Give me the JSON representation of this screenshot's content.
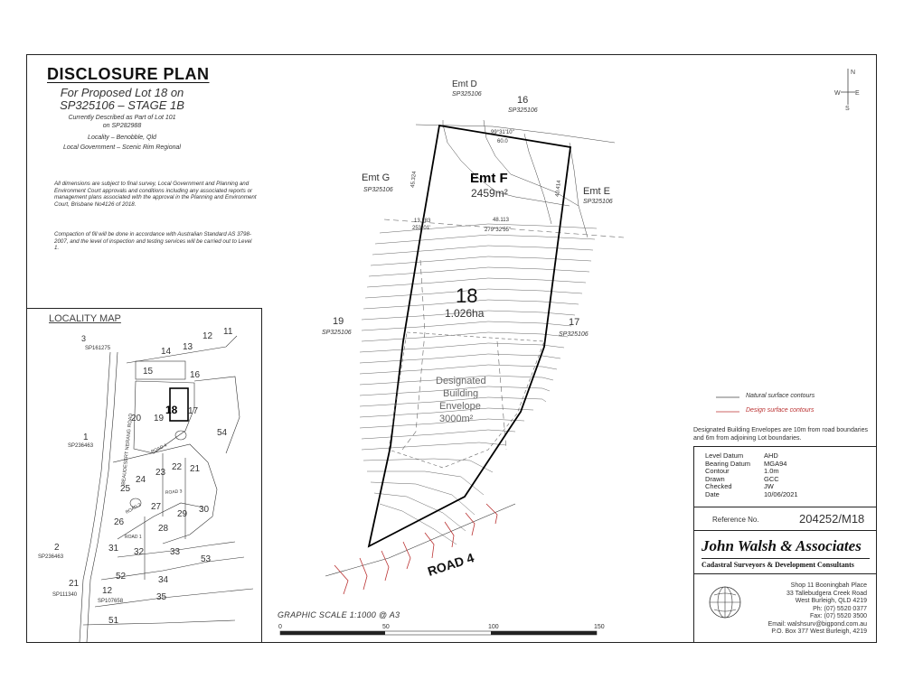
{
  "header": {
    "title": "DISCLOSURE PLAN",
    "subtitle_1": "For Proposed Lot 18 on",
    "subtitle_2": "SP325106 – STAGE 1B",
    "described_1": "Currently Described as Part of Lot 101",
    "described_2": "on SP282988",
    "locality": "Locality – Benobble, Qld",
    "local_government": "Local Government – Scenic Rim Regional"
  },
  "notes": {
    "note_1": "All dimensions are subject to final survey, Local Government and Planning and Environment Court approvals and conditions including any associated reports or management plans associated with the approval in the Planning and Environment Court, Brisbane No4126 of 2018.",
    "note_2": "Compaction of fill will be done in accordance with Australian Standard AS 3798-2007, and the level of inspection and testing services will be carried out to Level 1."
  },
  "locality_map": {
    "title": "LOCALITY MAP",
    "road_label": "BEAUDESERT NERANG ROAD",
    "highlight_lot": "18",
    "lots": [
      "3",
      "14",
      "13",
      "12",
      "11",
      "15",
      "16",
      "20",
      "19",
      "17",
      "54",
      "24",
      "23",
      "22",
      "21",
      "25",
      "27",
      "26",
      "29",
      "30",
      "28",
      "31",
      "32",
      "33",
      "53",
      "34",
      "52",
      "35",
      "12",
      "51",
      "21",
      "1",
      "2"
    ],
    "plans": [
      "SP161275",
      "SP236463",
      "SP236463",
      "SP111340",
      "SP107658"
    ],
    "roads": [
      "ROAD 4",
      "ROAD 3",
      "ROAD 2",
      "ROAD 1"
    ]
  },
  "plan": {
    "emt_d": "Emt D",
    "emt_d_sp": "SP325106",
    "lot_16": "16",
    "lot_16_sp": "SP325106",
    "emt_g": "Emt G",
    "emt_g_sp": "SP325106",
    "emt_f": "Emt F",
    "emt_f_area": "2459m²",
    "emt_e": "Emt E",
    "emt_e_sp": "SP325106",
    "lot_18": "18",
    "lot_18_area": "1.026ha",
    "lot_19": "19",
    "lot_19_sp": "SP325106",
    "lot_17": "17",
    "lot_17_sp": "SP325106",
    "envelope_1": "Designated",
    "envelope_2": "Building",
    "envelope_3": "Envelope",
    "envelope_4": "3000m²",
    "road_4": "ROAD 4",
    "bearing_top": "99°31'10\"",
    "dist_top": "60.0",
    "dist_left": "45.324",
    "dist_right": "40.414",
    "brg_1": "13.283",
    "brg_2": "253°01'",
    "brg_3": "48.113",
    "brg_4": "279°32'55\""
  },
  "north": {
    "n": "N",
    "w": "W",
    "e": "E",
    "s": "S"
  },
  "legend": {
    "natural": "Natural surface contours",
    "design": "Design surface contours",
    "envelope_note": "Designated Building Envelopes are 10m from road boundaries and 6m from adjoining Lot boundaries."
  },
  "info": [
    {
      "label": "Level Datum",
      "value": "AHD"
    },
    {
      "label": "Bearing Datum",
      "value": "MGA94"
    },
    {
      "label": "Contour",
      "value": "1.0m"
    },
    {
      "label": "Drawn",
      "value": "GCC"
    },
    {
      "label": "Checked",
      "value": "JW"
    },
    {
      "label": "Date",
      "value": "10/06/2021"
    }
  ],
  "reference": {
    "label": "Reference No.",
    "value": "204252/M18"
  },
  "company": {
    "name": "John Walsh & Associates",
    "tagline": "Cadastral Surveyors & Development Consultants",
    "address_1": "Shop 11 Booningbah Place",
    "address_2": "33 Tallebudgera Creek Road",
    "address_3": "West Burleigh, QLD 4219",
    "phone": "Ph: (07) 5520 0377",
    "fax": "Fax: (07) 5520 3500",
    "email": "Email: walshsurv@bigpond.com.au",
    "po_box": "P.O. Box 377 West Burleigh, 4219"
  },
  "scale": {
    "label": "GRAPHIC SCALE 1:1000 @ A3",
    "ticks": [
      "0",
      "50",
      "100",
      "150"
    ]
  }
}
